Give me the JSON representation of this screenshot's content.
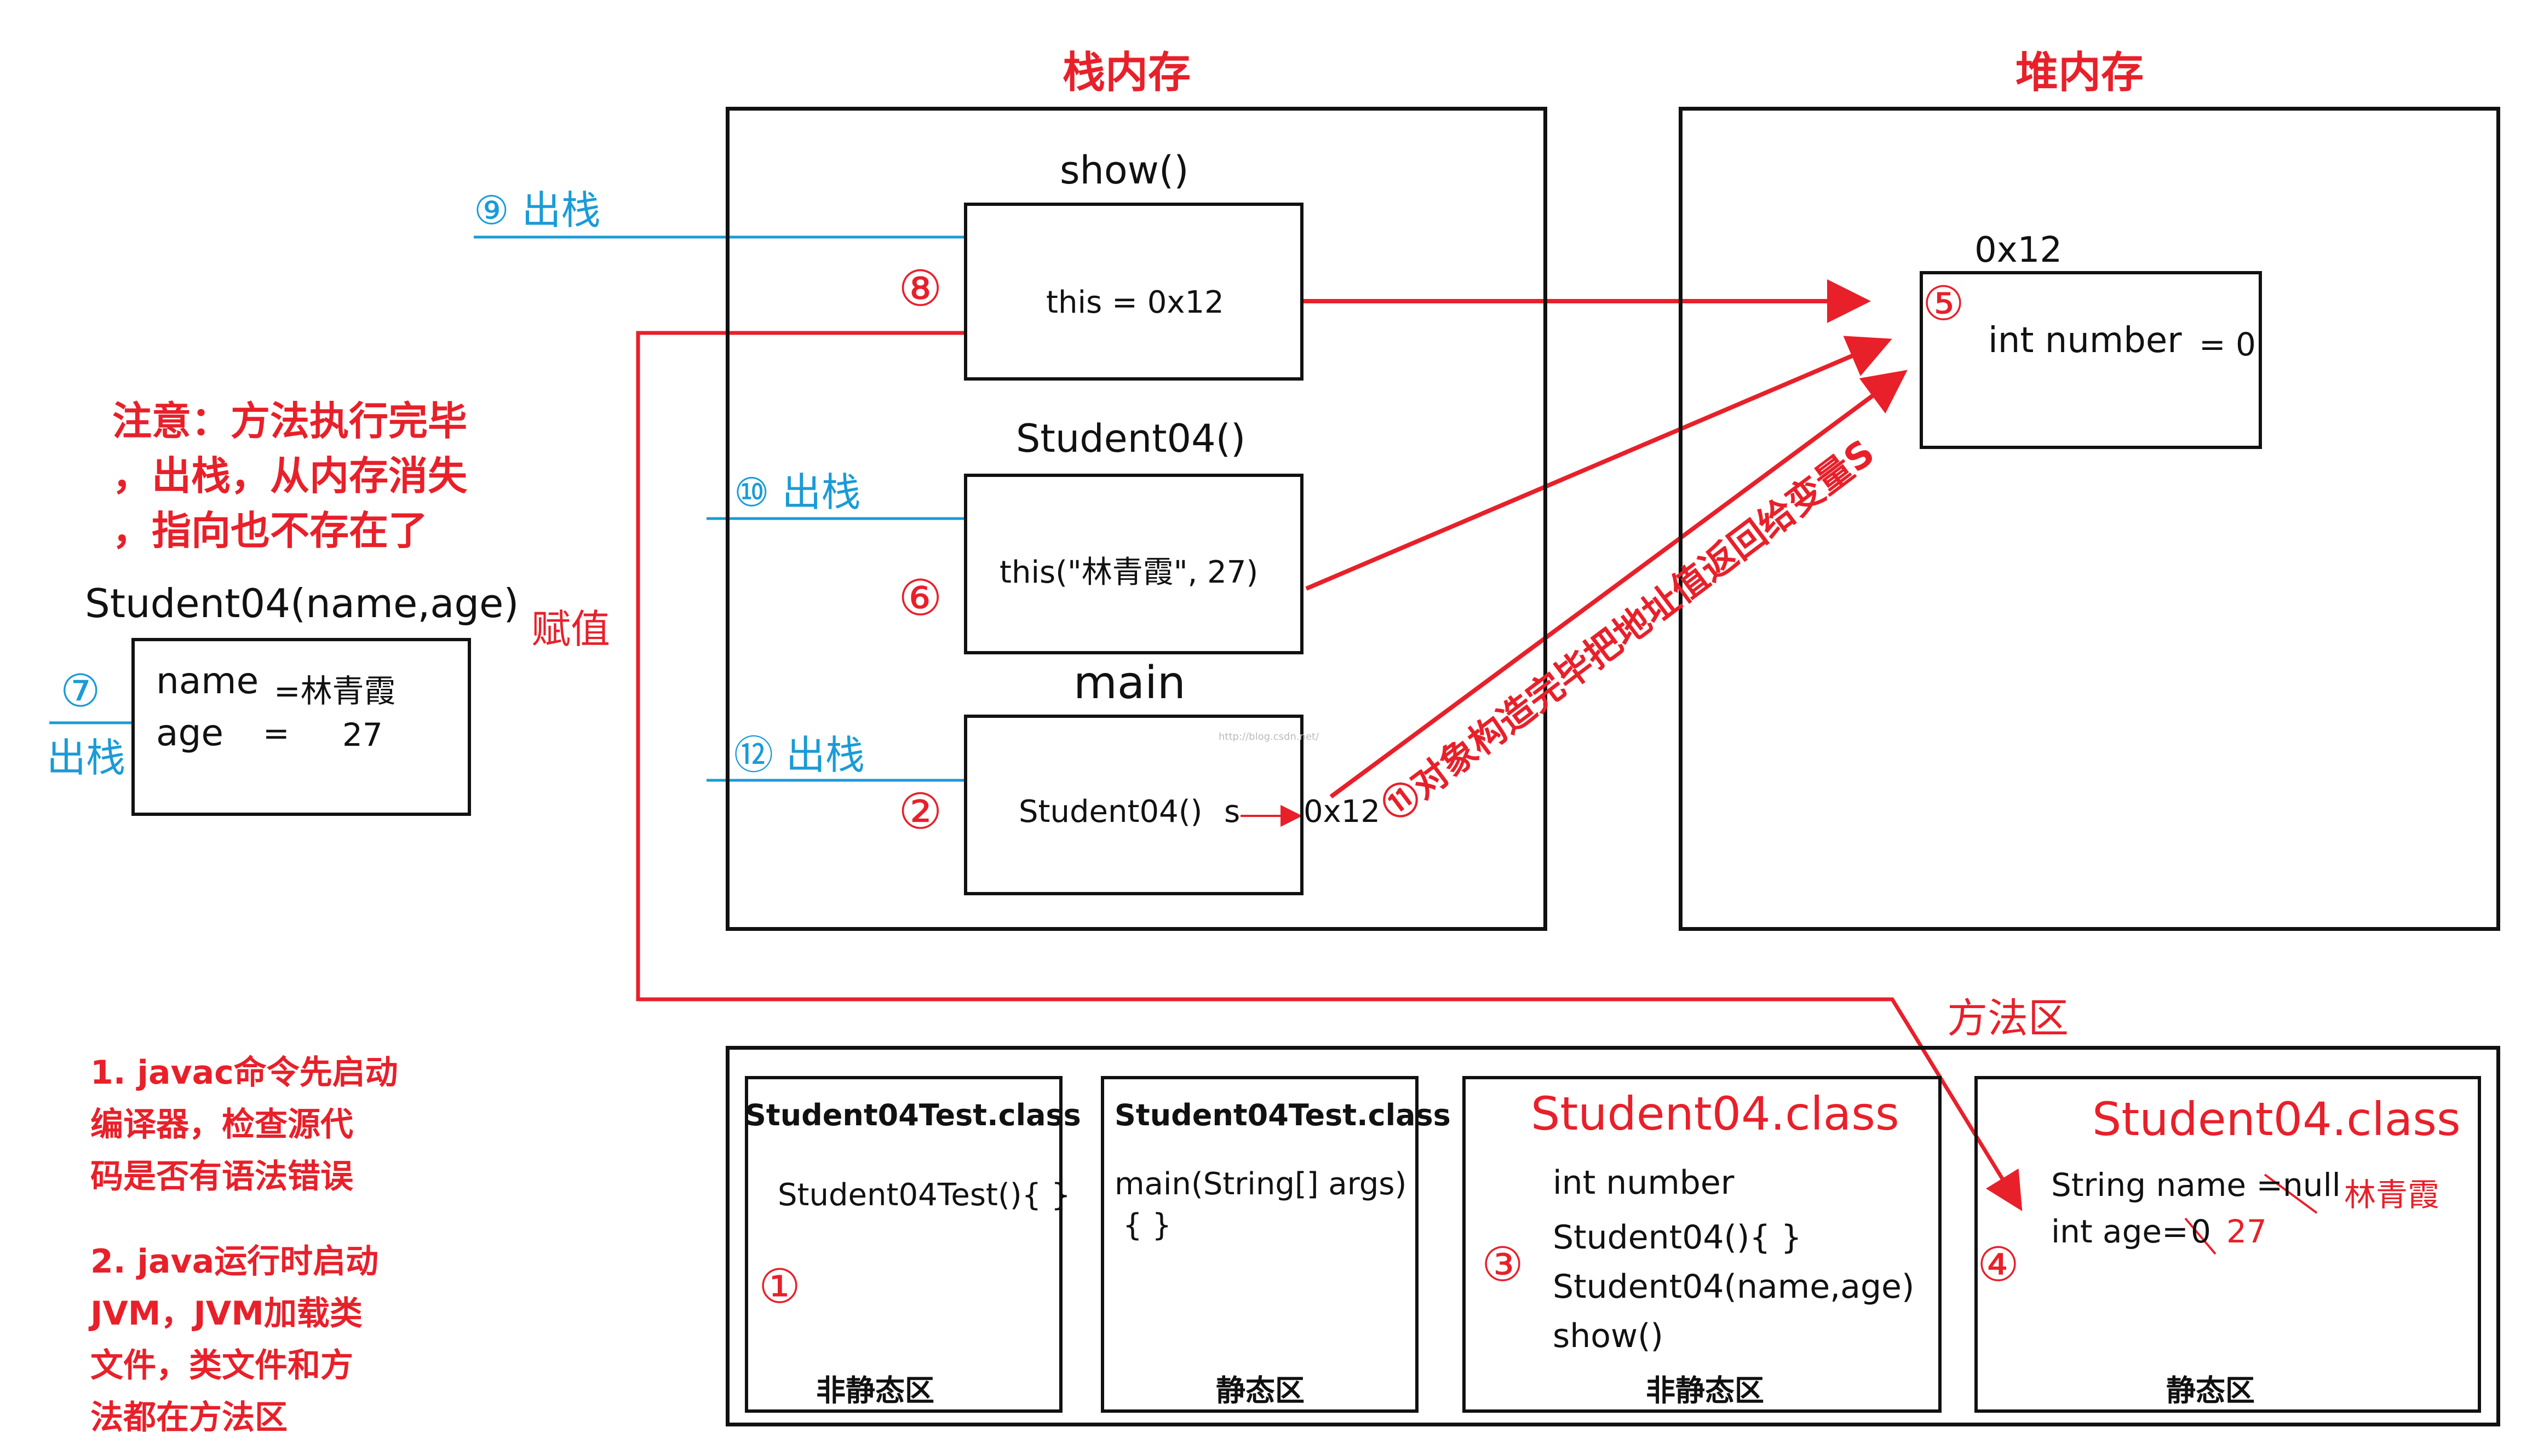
{
  "colors": {
    "red": "#e8202a",
    "blue": "#1a9bd7",
    "black": "#111111"
  },
  "headings": {
    "stack": "栈内存",
    "heap": "堆内存",
    "method_area": "方法区"
  },
  "stack_frames": {
    "show": {
      "title": "show()",
      "marker": "⑧",
      "content": "this =  0x12"
    },
    "constructor": {
      "title": "Student04()",
      "marker": "⑥",
      "content": "this(\"林青霞\", 27)"
    },
    "main": {
      "title": "main",
      "marker": "②",
      "content_left": "Student04()",
      "content_var": "s",
      "content_addr": "0x12"
    }
  },
  "heap": {
    "address": "0x12",
    "marker": "⑤",
    "field": "int number",
    "field_eq": "= 0"
  },
  "pop_labels": {
    "p9": {
      "marker": "⑨",
      "text": "出栈"
    },
    "p10": {
      "marker": "⑩",
      "text": "出栈"
    },
    "p12": {
      "marker": "⑫",
      "text": "出栈"
    },
    "p7": {
      "marker": "⑦",
      "text": "出栈"
    }
  },
  "note": {
    "line1": "注意：方法执行完毕",
    "line2": "，出栈，从内存消失",
    "line3": "，指向也不存在了"
  },
  "param_frame": {
    "title": "Student04(name,age)",
    "assign": "赋值",
    "name_label": "name",
    "name_value": "=林青霞",
    "age_label": "age",
    "age_eq": "=",
    "age_value": "27"
  },
  "diagonal_label": "⑪对象构造完毕把地址值返回给变量S",
  "steps": {
    "s1": {
      "line1": "1. javac命令先启动",
      "line2": "编译器，检查源代",
      "line3": "码是否有语法错误"
    },
    "s2": {
      "line1": "2. java运行时启动",
      "line2": "JVM，JVM加载类",
      "line3": "文件，类文件和方",
      "line4": "法都在方法区"
    }
  },
  "method_area": {
    "c1": {
      "title": "Student04Test.class",
      "line1": "Student04Test(){ }",
      "marker": "①",
      "footer": "非静态区"
    },
    "c2": {
      "title": "Student04Test.class",
      "line1": "main(String[] args)",
      "line2": "{ }",
      "footer": "静态区"
    },
    "c3": {
      "title": "Student04.class",
      "marker": "③",
      "line1": "int number",
      "line2": "Student04(){ }",
      "line3": "Student04(name,age)",
      "line4": "show()",
      "footer": "非静态区"
    },
    "c4": {
      "title": "Student04.class",
      "marker": "④",
      "line1_label": "String name =null",
      "line1_value": "林青霞",
      "line2_label": "int age=",
      "line2_old": "0",
      "line2_value": "27",
      "footer": "静态区"
    }
  },
  "watermark": "http://blog.csdn.net/"
}
